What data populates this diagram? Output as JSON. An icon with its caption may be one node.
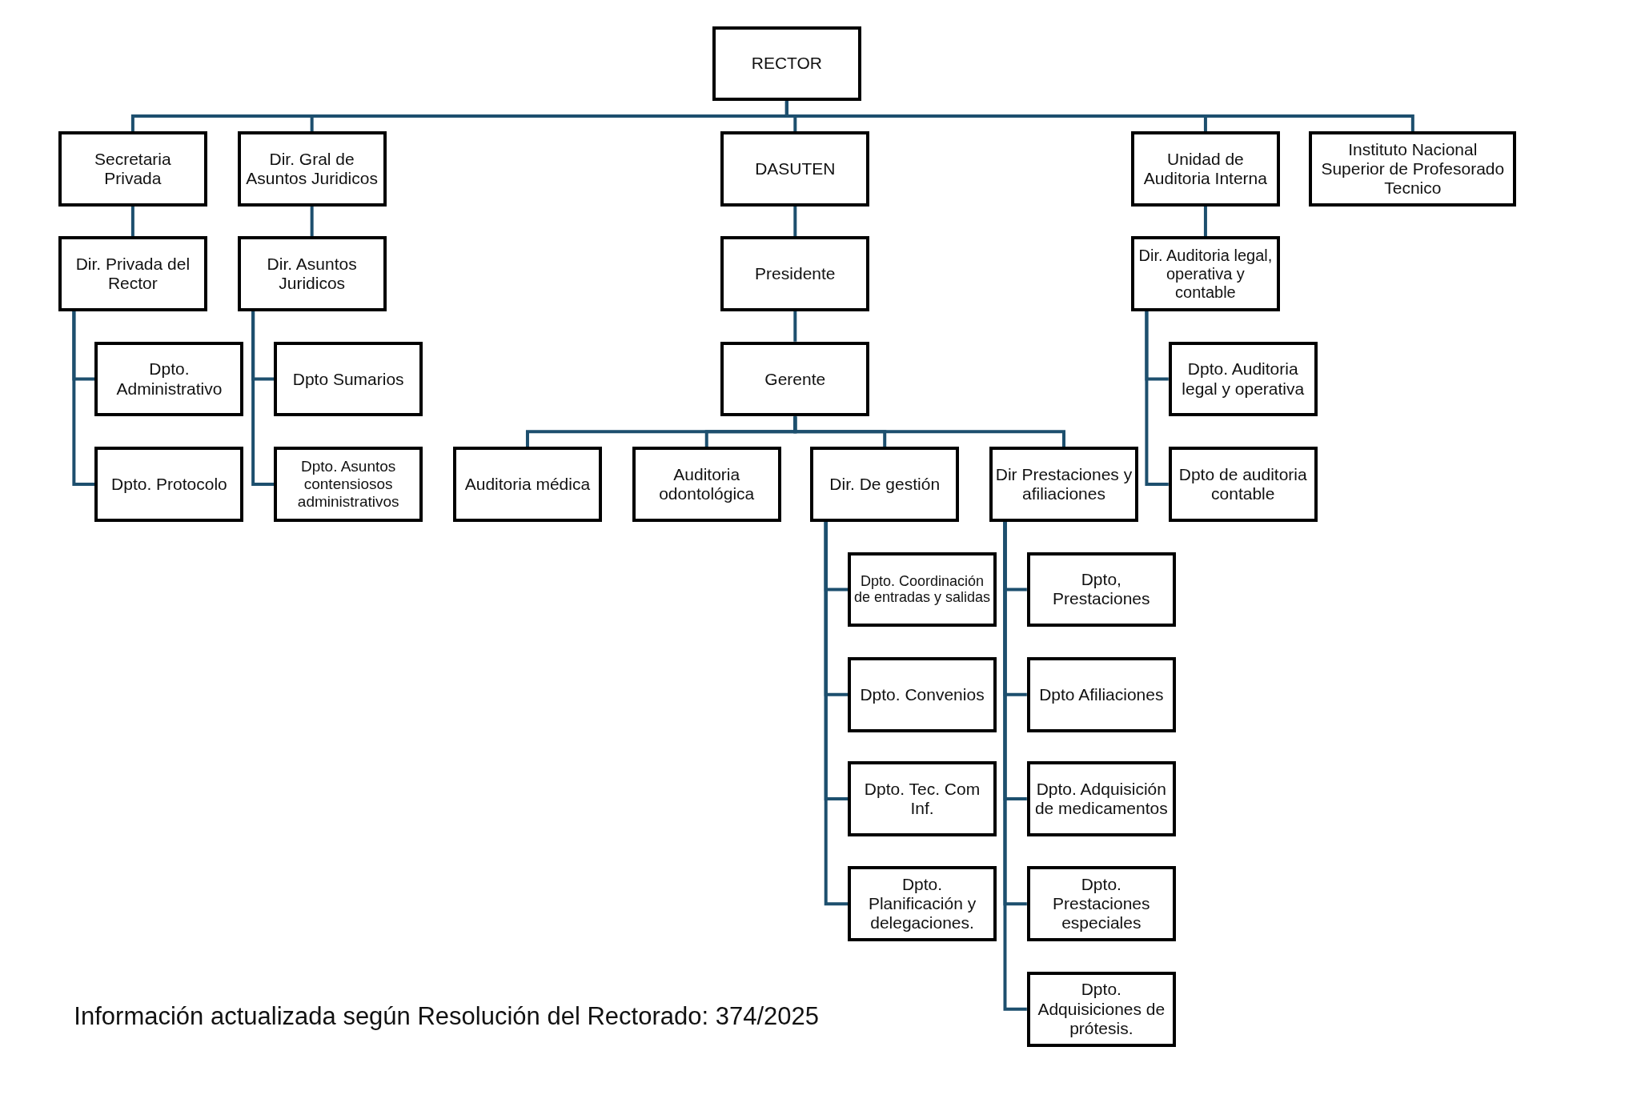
{
  "diagram": {
    "nodes": [
      {
        "text": [
          "RECTOR"
        ]
      },
      {
        "text": [
          "Secretaria Privada"
        ]
      },
      {
        "text": [
          "Dir. Gral de Asuntos Juridicos"
        ]
      },
      {
        "text": [
          "DASUTEN"
        ]
      },
      {
        "text": [
          "Unidad de Auditoria Interna"
        ]
      },
      {
        "text": [
          "Instituto Nacional Superior de Profesorado Tecnico"
        ]
      },
      {
        "text": [
          "Dir. Privada del Rector"
        ]
      },
      {
        "text": [
          "Dpto. Administrativo"
        ]
      },
      {
        "text": [
          "Dpto. Protocolo"
        ]
      },
      {
        "text": [
          "Dir. Asuntos Juridicos"
        ]
      },
      {
        "text": [
          "Dpto Sumarios"
        ]
      },
      {
        "text": [
          "Dpto. Asuntos contensiosos administrativos"
        ]
      },
      {
        "text": [
          "Presidente"
        ]
      },
      {
        "text": [
          "Gerente"
        ]
      },
      {
        "text": [
          "Auditoria médica"
        ]
      },
      {
        "text": [
          "Auditoria odontológica"
        ]
      },
      {
        "text": [
          "Dir. De gestión"
        ]
      },
      {
        "text": [
          "Dir Prestaciones y afiliaciones"
        ]
      },
      {
        "text": [
          "Dpto. Coordinación de entradas y salidas"
        ]
      },
      {
        "text": [
          "Dpto. Convenios"
        ]
      },
      {
        "text": [
          "Dpto. Tec. Com Inf."
        ]
      },
      {
        "text": [
          "Dpto. Planificación y delegaciones."
        ]
      },
      {
        "text": [
          "Dpto, Prestaciones"
        ]
      },
      {
        "text": [
          "Dpto Afiliaciones"
        ]
      },
      {
        "text": [
          "Dpto. Adquisición de medicamentos"
        ]
      },
      {
        "text": [
          "Dpto. Prestaciones especiales"
        ]
      },
      {
        "text": [
          "Dpto. Adquisiciones de prótesis."
        ]
      },
      {
        "text": [
          "Dir. Auditoria legal, operativa y contable"
        ]
      },
      {
        "text": [
          "Dpto. Auditoria legal y operativa"
        ]
      },
      {
        "text": [
          "Dpto de auditoria contable"
        ]
      }
    ],
    "edges": [
      {
        "from": 0,
        "to": 1,
        "arrow": "none"
      },
      {
        "from": 0,
        "to": 2,
        "arrow": "none"
      },
      {
        "from": 0,
        "to": 3,
        "arrow": "none"
      },
      {
        "from": 0,
        "to": 4,
        "arrow": "none"
      },
      {
        "from": 0,
        "to": 5,
        "arrow": "none"
      },
      {
        "from": 1,
        "to": 6,
        "arrow": "none"
      },
      {
        "from": 6,
        "to": 7,
        "arrow": "none"
      },
      {
        "from": 6,
        "to": 8,
        "arrow": "none"
      },
      {
        "from": 2,
        "to": 9,
        "arrow": "none"
      },
      {
        "from": 9,
        "to": 10,
        "arrow": "none"
      },
      {
        "from": 9,
        "to": 11,
        "arrow": "none"
      },
      {
        "from": 3,
        "to": 12,
        "arrow": "none"
      },
      {
        "from": 12,
        "to": 13,
        "arrow": "none"
      },
      {
        "from": 13,
        "to": 14,
        "arrow": "none"
      },
      {
        "from": 13,
        "to": 15,
        "arrow": "none"
      },
      {
        "from": 13,
        "to": 16,
        "arrow": "none"
      },
      {
        "from": 13,
        "to": 17,
        "arrow": "none"
      },
      {
        "from": 16,
        "to": 18,
        "arrow": "none"
      },
      {
        "from": 16,
        "to": 19,
        "arrow": "none"
      },
      {
        "from": 16,
        "to": 20,
        "arrow": "none"
      },
      {
        "from": 16,
        "to": 21,
        "arrow": "none"
      },
      {
        "from": 17,
        "to": 22,
        "arrow": "none"
      },
      {
        "from": 17,
        "to": 23,
        "arrow": "none"
      },
      {
        "from": 17,
        "to": 24,
        "arrow": "none"
      },
      {
        "from": 17,
        "to": 25,
        "arrow": "none"
      },
      {
        "from": 17,
        "to": 26,
        "arrow": "none"
      },
      {
        "from": 4,
        "to": 27,
        "arrow": "none"
      },
      {
        "from": 27,
        "to": 28,
        "arrow": "none"
      },
      {
        "from": 27,
        "to": 29,
        "arrow": "none"
      }
    ],
    "labels": [
      "Información actualizada según Resolución del Rectorado: 374/2025"
    ]
  }
}
